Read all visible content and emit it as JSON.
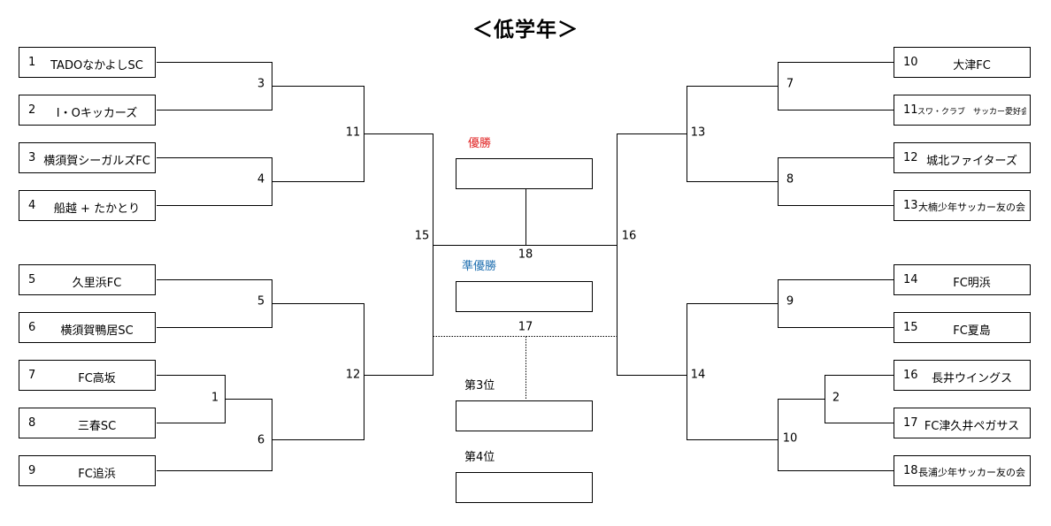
{
  "title": "＜低学年＞",
  "teams_left": [
    {
      "seed": "1",
      "name": "TADOなかよしSC"
    },
    {
      "seed": "2",
      "name": "I・Oキッカーズ"
    },
    {
      "seed": "3",
      "name": "横須賀シーガルズFC"
    },
    {
      "seed": "4",
      "name": "船越 + たかとり"
    },
    {
      "seed": "5",
      "name": "久里浜FC"
    },
    {
      "seed": "6",
      "name": "横須賀鴨居SC"
    },
    {
      "seed": "7",
      "name": "FC高坂"
    },
    {
      "seed": "8",
      "name": "三春SC"
    },
    {
      "seed": "9",
      "name": "FC追浜"
    }
  ],
  "teams_right": [
    {
      "seed": "10",
      "name": "大津FC"
    },
    {
      "seed": "11",
      "name": "スワ・クラブ　サッカー愛好会"
    },
    {
      "seed": "12",
      "name": "城北ファイターズ"
    },
    {
      "seed": "13",
      "name": "大楠少年サッカー友の会"
    },
    {
      "seed": "14",
      "name": "FC明浜"
    },
    {
      "seed": "15",
      "name": "FC夏島"
    },
    {
      "seed": "16",
      "name": "長井ウイングス"
    },
    {
      "seed": "17",
      "name": "FC津久井ペガサス"
    },
    {
      "seed": "18",
      "name": "長浦少年サッカー友の会"
    }
  ],
  "match_numbers": {
    "m1": "1",
    "m2": "2",
    "m3": "3",
    "m4": "4",
    "m5": "5",
    "m6": "6",
    "m7": "7",
    "m8": "8",
    "m9": "9",
    "m10": "10",
    "m11": "11",
    "m12": "12",
    "m13": "13",
    "m14": "14",
    "m15": "15",
    "m16": "16",
    "m17": "17",
    "m18": "18"
  },
  "results": {
    "champion_label": "優勝",
    "runner_up_label": "準優勝",
    "third_label": "第3位",
    "fourth_label": "第4位"
  },
  "colors": {
    "champion": "#e02020",
    "runner_up": "#1f6fb0",
    "line": "#000000"
  }
}
